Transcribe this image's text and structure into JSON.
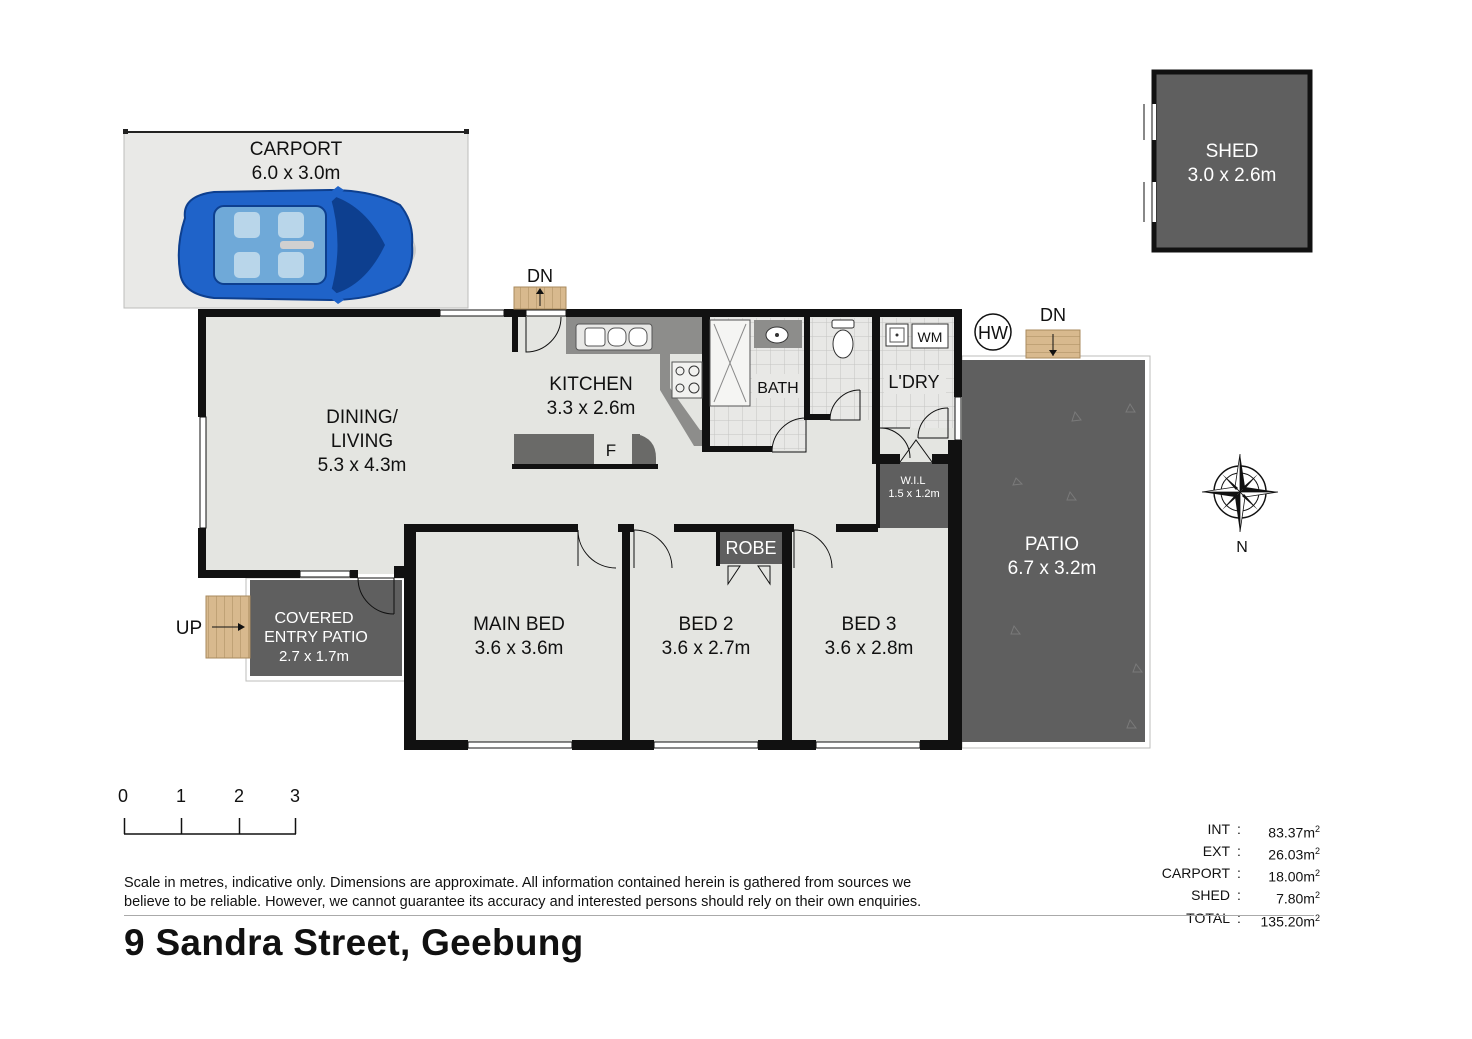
{
  "rooms": {
    "carport": {
      "name": "CARPORT",
      "size": "6.0 x 3.0m"
    },
    "shed": {
      "name": "SHED",
      "size": "3.0 x 2.6m"
    },
    "dining": {
      "line1": "DINING/",
      "line2": "LIVING",
      "size": "5.3 x 4.3m"
    },
    "kitchen": {
      "name": "KITCHEN",
      "size": "3.3 x 2.6m"
    },
    "bath": {
      "name": "BATH"
    },
    "laundry": {
      "name": "L'DRY"
    },
    "wm": {
      "name": "WM"
    },
    "wil": {
      "name": "W.I.L",
      "size": "1.5 x 1.2m"
    },
    "patio": {
      "name": "PATIO",
      "size": "6.7 x 3.2m"
    },
    "covered_entry": {
      "line1": "COVERED",
      "line2": "ENTRY PATIO",
      "size": "2.7 x 1.7m"
    },
    "main_bed": {
      "name": "MAIN BED",
      "size": "3.6 x 3.6m"
    },
    "bed2": {
      "name": "BED 2",
      "size": "3.6 x 2.7m"
    },
    "bed3": {
      "name": "BED 3",
      "size": "3.6 x 2.8m"
    },
    "robe": {
      "name": "ROBE"
    },
    "fridge": {
      "name": "F"
    }
  },
  "markers": {
    "dn_kitchen": "DN",
    "dn_patio": "DN",
    "up_entry": "UP",
    "hot_water": "HW",
    "north": "N"
  },
  "scale_bar": {
    "labels": [
      "0",
      "1",
      "2",
      "3"
    ]
  },
  "areas": [
    {
      "label": "INT",
      "value": "83.37m",
      "unit_sup": "2"
    },
    {
      "label": "EXT",
      "value": "26.03m",
      "unit_sup": "2"
    },
    {
      "label": "CARPORT",
      "value": "18.00m",
      "unit_sup": "2"
    },
    {
      "label": "SHED",
      "value": "7.80m",
      "unit_sup": "2"
    },
    {
      "label": "TOTAL",
      "value": "135.20m",
      "unit_sup": "2"
    }
  ],
  "areas_separator": ":",
  "disclaimer": {
    "line1": "Scale in metres, indicative only. Dimensions are approximate. All information contained herein is gathered from sources we",
    "line2": "believe to be reliable. However, we cannot guarantee its accuracy and interested persons should rely on their own enquiries."
  },
  "address": "9 Sandra Street, Geebung",
  "colors": {
    "wall": "#111111",
    "floor": "#e4e5e1",
    "outdoor": "#5f5f5f",
    "carport": "#e9e9e7",
    "stairs": "#d8b98e",
    "car_body": "#1f63c9"
  }
}
